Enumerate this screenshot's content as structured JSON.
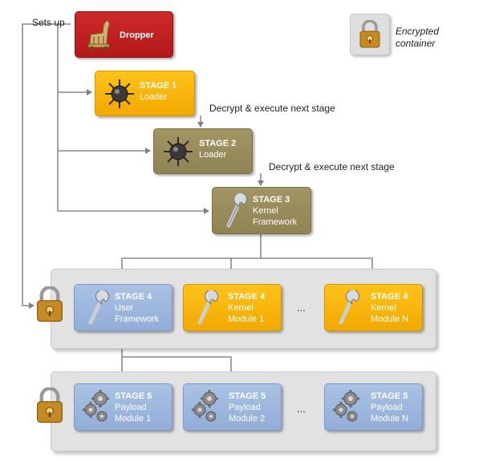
{
  "legend": {
    "line1": "Encrypted",
    "line2": "container"
  },
  "labels": {
    "sets_up": "Sets up",
    "decrypt1": "Decrypt & execute next stage",
    "decrypt2": "Decrypt & execute next stage"
  },
  "dropper": {
    "title": "Dropper"
  },
  "stage1": {
    "title": "STAGE 1",
    "line2": "Loader"
  },
  "stage2": {
    "title": "STAGE 2",
    "line2": "Loader"
  },
  "stage3": {
    "title": "STAGE 3",
    "line2": "Kernel",
    "line3": "Framework"
  },
  "stage4": [
    {
      "title": "STAGE 4",
      "line2": "User",
      "line3": "Framework"
    },
    {
      "title": "STAGE 4",
      "line2": "Kernel",
      "line3": "Module 1"
    },
    {
      "title": "STAGE 4",
      "line2": "Kernel",
      "line3": "Module N"
    }
  ],
  "stage5": [
    {
      "title": "STAGE 5",
      "line2": "Payload",
      "line3": "Module 1"
    },
    {
      "title": "STAGE 5",
      "line2": "Payload",
      "line3": "Module 2"
    },
    {
      "title": "STAGE 5",
      "line2": "Payload",
      "line3": "Module N"
    }
  ],
  "ellipsis": "...",
  "colors": {
    "dropper": "#c0201f",
    "stage1": "#f7b500",
    "olive": "#978a5b",
    "stage4_kernel": "#f7b500",
    "blue": "#9db6de",
    "panel": "#e2e2e2",
    "connector": "#808080"
  },
  "icons": {
    "dropper": "trojan-horse-icon",
    "loader": "spiky-mine-icon",
    "framework": "wrench-icon",
    "payload": "gears-icon",
    "container": "padlock-icon"
  }
}
